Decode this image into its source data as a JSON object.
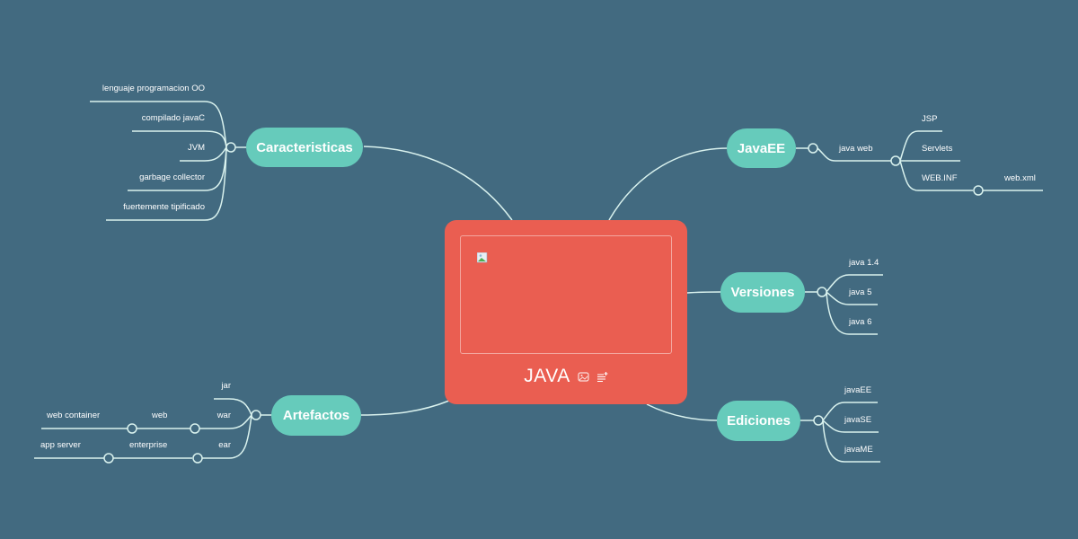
{
  "central": {
    "title": "JAVA",
    "icons": [
      "image-icon",
      "add-note-icon"
    ]
  },
  "topics": {
    "caracteristicas": {
      "label": "Caracteristicas",
      "children": [
        "lenguaje programacion OO",
        "compilado javaC",
        "JVM",
        "garbage collector",
        "fuertemente tipificado"
      ]
    },
    "javaee": {
      "label": "JavaEE",
      "child": "java web",
      "grandchildren": [
        "JSP",
        "Servlets",
        "WEB.INF"
      ],
      "webinf_child": "web.xml"
    },
    "versiones": {
      "label": "Versiones",
      "children": [
        "java 1.4",
        "java 5",
        "java 6"
      ]
    },
    "ediciones": {
      "label": "Ediciones",
      "children": [
        "javaEE",
        "javaSE",
        "javaME"
      ]
    },
    "artefactos": {
      "label": "Artefactos",
      "children": [
        "jar",
        "war",
        "ear"
      ],
      "war_child": "web",
      "war_grandchild": "web container",
      "ear_child": "enterprise",
      "ear_grandchild": "app server"
    }
  },
  "colors": {
    "background": "#426a80",
    "central": "#ea5e51",
    "topic": "#66cbbb",
    "line": "#d9f2ee"
  }
}
